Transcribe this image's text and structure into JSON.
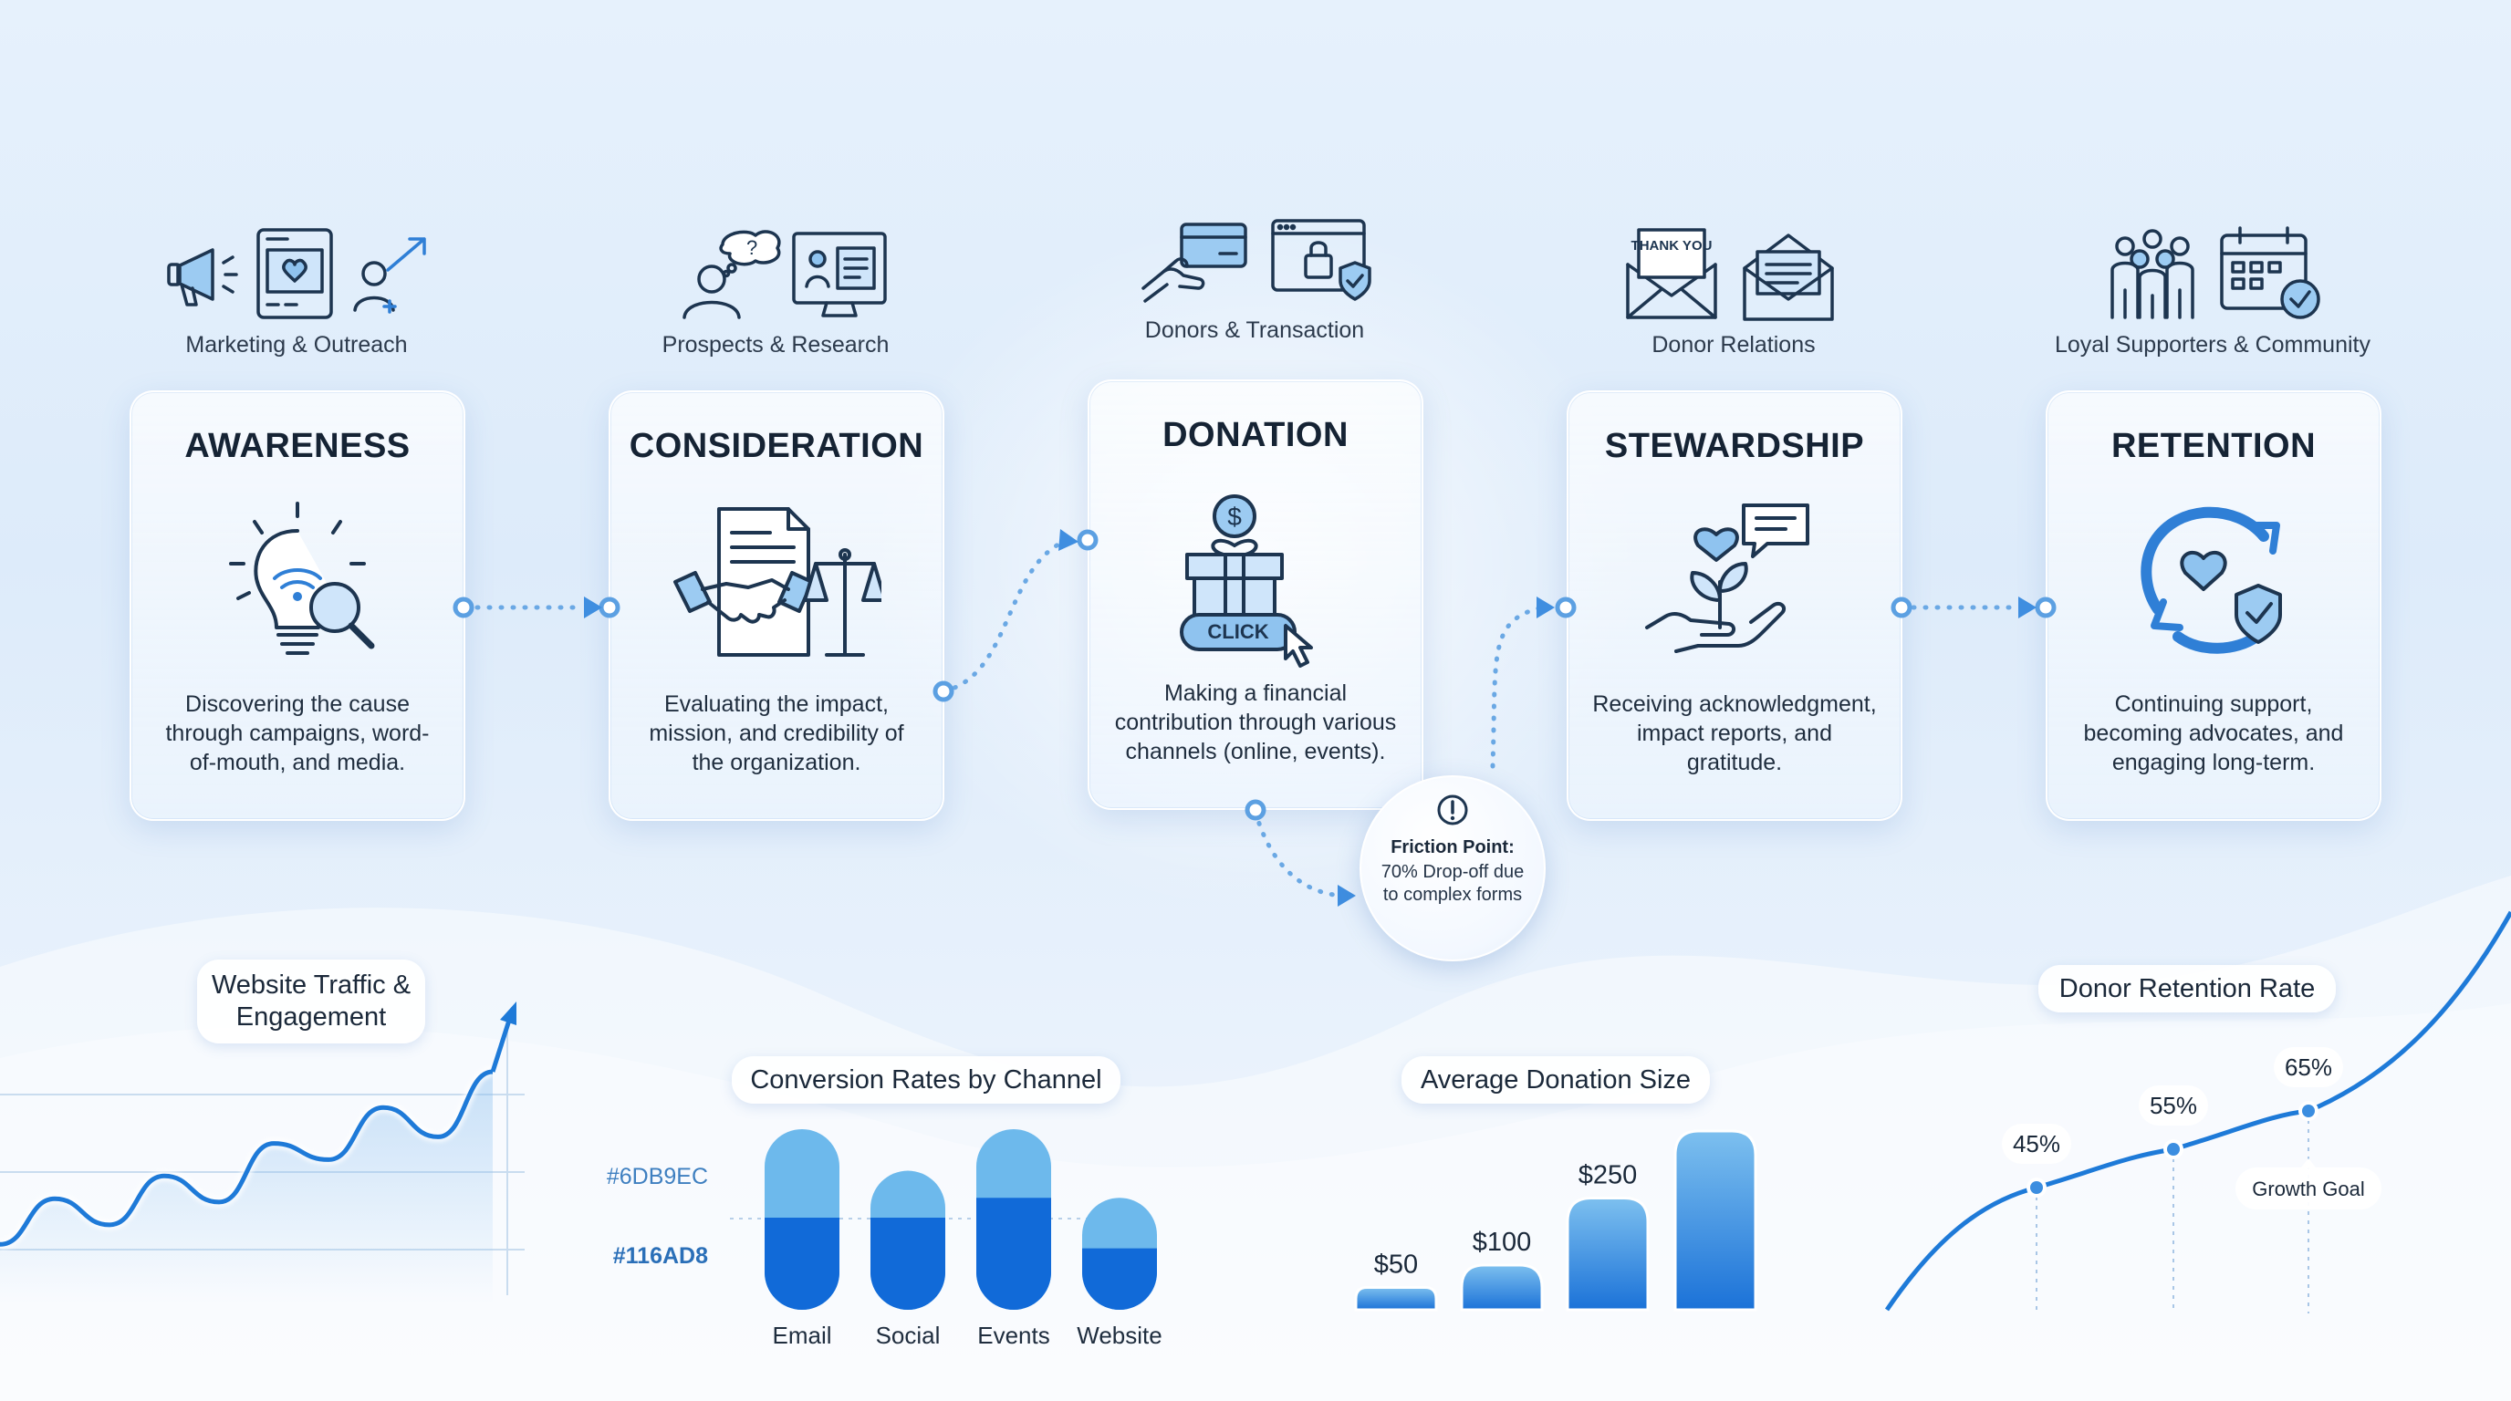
{
  "stages": [
    {
      "category": "Marketing & Outreach",
      "title": "AWARENESS",
      "description": "Discovering the cause through campaigns, word-of-mouth, and media.",
      "top_icons": [
        "megaphone-icon",
        "social-post-icon",
        "user-growth-icon"
      ],
      "icon": "lightbulb-search-icon"
    },
    {
      "category": "Prospects & Research",
      "title": "CONSIDERATION",
      "description": "Evaluating the impact, mission, and credibility of the organization.",
      "top_icons": [
        "thinking-person-icon",
        "profile-monitor-icon"
      ],
      "icon": "handshake-scale-icon"
    },
    {
      "category": "Donors & Transaction",
      "title": "DONATION",
      "description": "Making a financial contribution through various channels (online, events).",
      "top_icons": [
        "hand-card-icon",
        "secure-browser-icon"
      ],
      "icon": "gift-click-icon",
      "button_label": "CLICK"
    },
    {
      "category": "Donor Relations",
      "title": "STEWARDSHIP",
      "description": "Receiving acknowledgment, impact reports, and gratitude.",
      "top_icons": [
        "thank-you-envelope-icon",
        "letter-envelope-icon"
      ],
      "top_icon_text": "THANK YOU",
      "icon": "plant-hand-icon"
    },
    {
      "category": "Loyal Supporters & Community",
      "title": "RETENTION",
      "description": "Continuing support, becoming advocates, and engaging long-term.",
      "top_icons": [
        "community-group-icon",
        "calendar-check-icon"
      ],
      "icon": "heart-cycle-shield-icon"
    }
  ],
  "friction": {
    "title": "Friction Point:",
    "body": "70% Drop-off due to complex forms",
    "icon": "alert-icon"
  },
  "colors": {
    "accent": "#2f7fd6",
    "light": "#6DB9EC",
    "dark": "#116AD8",
    "line": "#1e7ad8"
  },
  "chart_data": [
    {
      "type": "line",
      "title": "Website Traffic & Engagement",
      "trend": "rising",
      "series": [
        {
          "values": [
            1.0,
            2.4,
            1.6,
            3.1,
            2.3,
            4.1,
            3.6,
            5.2,
            4.3,
            6.3
          ]
        }
      ]
    },
    {
      "type": "bar",
      "title": "Conversion Rates by Channel",
      "categories": [
        "Email",
        "Social",
        "Events",
        "Website"
      ],
      "legend": [
        "#6DB9EC",
        "#116AD8"
      ],
      "stacked": true,
      "series": [
        {
          "name": "#116AD8",
          "values": [
            51,
            51,
            62,
            34
          ]
        },
        {
          "name": "#6DB9EC",
          "values": [
            49,
            26,
            38,
            28
          ]
        }
      ],
      "ylim": [
        0,
        100
      ]
    },
    {
      "type": "bar",
      "title": "Average Donation Size",
      "categories": [
        "",
        "",
        "",
        ""
      ],
      "labels": [
        "$50",
        "$100",
        "$250",
        ""
      ],
      "values": [
        50,
        100,
        250,
        400
      ],
      "ylim": [
        0,
        400
      ]
    },
    {
      "type": "line",
      "title": "Donor Retention Rate",
      "annotation": "Growth Goal",
      "series": [
        {
          "values": [
            45,
            55,
            65
          ],
          "labels": [
            "45%",
            "55%",
            "65%"
          ]
        }
      ]
    }
  ]
}
